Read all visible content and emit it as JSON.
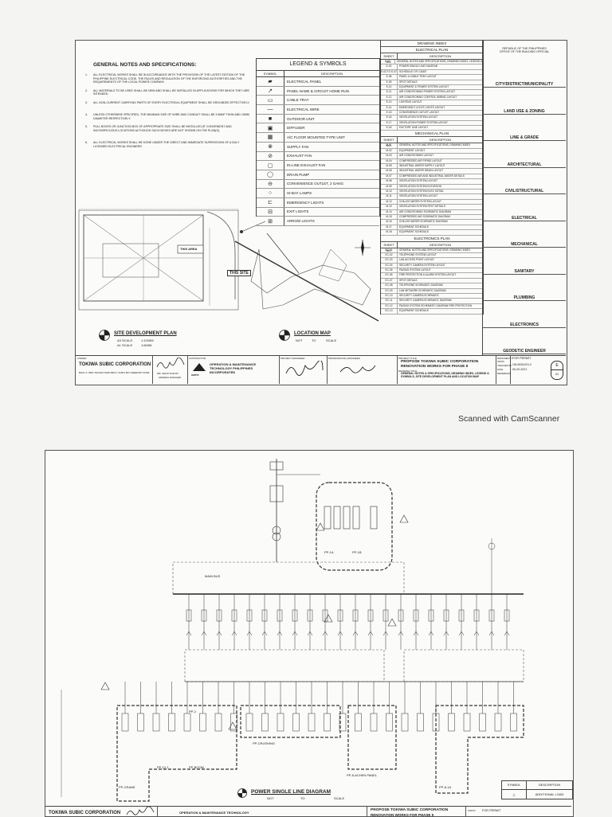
{
  "sheet1": {
    "general_notes": {
      "title": "GENERAL NOTES AND SPECIFICATIONS:",
      "items": [
        {
          "n": "1.",
          "text": "ALL ELECTRICAL WORKS SHALL BE IN ACCORDANCE WITH THE PROVISION OF THE LATEST EDITION OF THE PHILIPPINE ELECTRICAL CODE, THE RULES AND REGULATION OF THE ENFORCING AUTHORITIES AND THE REQUIREMENTS OF THE LOCAL POWER COMPANY."
        },
        {
          "n": "2.",
          "text": "ALL MATERIALS TO BE USED SHALL BE NEW AND SHALL BE INSTALLED IN APPLICATIONS FOR WHICH THEY ARE INTENDED."
        },
        {
          "n": "3.",
          "text": "ALL NON-CURRENT CARRYING PARTS OF EVERY ELECTRICAL EQUIPMENT SHALL BE GROUNDED EFFECTIVELY."
        },
        {
          "n": "4.",
          "text": "UNLESS OTHERWISE SPECIFIED, THE MINIMUM SIZE OF WIRE AND CONDUIT SHALL BE 3.5MM² THHN AND 15MM DIAMETER RESPECTIVELY."
        },
        {
          "n": "5.",
          "text": "PULL BOXES OR JUNCTION BOX OF APPROPRIATE SIZE SHALL BE INSTALLED AT CONVENIENT AND INCONSPICUOUS LOCATIONS ALTHOUGH SUCH BOXES ARE NOT SHOWN ON THE PLAN(S)."
        },
        {
          "n": "6.",
          "text": "ALL ELECTRICAL WORKS SHALL BE DONE UNDER THE DIRECT AND IMMEDIATE SUPERVISION OF A DULY LICENSED ELECTRICAL ENGINEER."
        }
      ]
    },
    "legend": {
      "title": "LEGEND & SYMBOLS",
      "col_symbol": "SYMBOL",
      "col_description": "DESCRIPTION",
      "items": [
        "ELECTRICAL PANEL",
        "PANEL NAME & CIRCUIT HOME RUN",
        "CABLE TRAY",
        "ELECTRICAL WIRE",
        "OUTDOOR UNIT",
        "DIFFUSER",
        "A/C FLOOR MOUNTED TYPE UNIT",
        "SUPPLY FAN",
        "EXHAUST FAN",
        "IN-LINE EXHAUST FAN",
        "DRAIN PUMP",
        "CONVENIENCE OUTLET, 2 GANG",
        "HI-BAY LAMPS",
        "EMERGENCY LIGHTS",
        "EXIT LIGHTS",
        "ARROW LIGHTS"
      ]
    },
    "drawing_index": {
      "title": "DRAWING INDEX",
      "col_sheet": "SHEET NO.",
      "col_desc": "DESCRIPTION",
      "sections": [
        {
          "name": "ELECTRICAL PLAN",
          "rows": [
            {
              "no": "E-01",
              "desc": "GENERAL NOTES AND SPECIFICATIONS, DRAWING INDEX, LEGEND AND SYMBOLS"
            },
            {
              "no": "E-02",
              "desc": "POWER SINGLE LINE DIAGRAM"
            },
            {
              "no": "E-03 TO E-07",
              "desc": "SCHEDULE OF LOADS"
            },
            {
              "no": "E-08",
              "desc": "PANEL & CABLE TRAY LAYOUT"
            },
            {
              "no": "E-09",
              "desc": "SPOT DETAILS"
            },
            {
              "no": "E-10",
              "desc": "EQUIPMENT & POWER SYSTEM LAYOUT"
            },
            {
              "no": "E-11",
              "desc": "AIR CONDITIONING POWER SYSTEM LAYOUT"
            },
            {
              "no": "E-12",
              "desc": "AIR CONDITIONING CONTROL WIRING LAYOUT"
            },
            {
              "no": "E-13",
              "desc": "LIGHTING LAYOUT"
            },
            {
              "no": "E-14",
              "desc": "EMERGENCY & EXIT LIGHTS LAYOUT"
            },
            {
              "no": "E-15",
              "desc": "CONVENIENCE OUTLET LAYOUT"
            },
            {
              "no": "E-16",
              "desc": "VENTILATION SYSTEM LAYOUT"
            },
            {
              "no": "E-17",
              "desc": "VENTILATION POWER SYSTEM LAYOUT"
            },
            {
              "no": "E-18",
              "desc": "FACTORY LINE LAYOUT"
            }
          ]
        },
        {
          "name": "MECHANICAL PLAN",
          "rows": [
            {
              "no": "M-01",
              "desc": "GENERAL NOTES AND SPECIFICATIONS, DRAWING INDEX"
            },
            {
              "no": "M-02",
              "desc": "EQUIPMENT LAYOUT"
            },
            {
              "no": "M-03",
              "desc": "AIR CONDITIONING LAYOUT"
            },
            {
              "no": "M-04",
              "desc": "COMPRESSED AIR PIPING LAYOUT"
            },
            {
              "no": "M-05",
              "desc": "INDUSTRIAL WATER SUPPLY LAYOUT"
            },
            {
              "no": "M-06",
              "desc": "INDUSTRIAL WATER DRAIN LAYOUT"
            },
            {
              "no": "M-07",
              "desc": "COMPRESSED AIR AND INDUSTRIAL WATER DETAILS"
            },
            {
              "no": "M-08",
              "desc": "VENTILATION SYSTEM LAYOUT"
            },
            {
              "no": "M-09",
              "desc": "VENTILATION SYSTEM ELEVATION"
            },
            {
              "no": "M-10",
              "desc": "VENTILATION SYSTEM ELEV. DETAIL"
            },
            {
              "no": "M-11",
              "desc": "VENTILATION SYSTEM LAYOUT"
            },
            {
              "no": "M-12",
              "desc": "CHILLED WATER SYSTEM LAYOUT"
            },
            {
              "no": "M-13",
              "desc": "VENTILATION SYSTEM SPOT DETAILS"
            },
            {
              "no": "M-14",
              "desc": "AIR CONDITIONING SCHEMATIC DIAGRAM"
            },
            {
              "no": "M-15",
              "desc": "COMPRESSED AIR SCHEMATIC DIAGRAM"
            },
            {
              "no": "M-16",
              "desc": "CHILLED WATER SCHEMATIC DIAGRAM"
            },
            {
              "no": "M-17",
              "desc": "EQUIPMENT SCHEDULE"
            },
            {
              "no": "M-18",
              "desc": "EQUIPMENT SCHEDULE"
            }
          ]
        },
        {
          "name": "ELECTRONICS PLAN",
          "rows": [
            {
              "no": "EC-01",
              "desc": "GENERAL NOTES AND SPECIFICATIONS, DRAWING INDEX"
            },
            {
              "no": "EC-02",
              "desc": "TELEPHONE SYSTEM LAYOUT"
            },
            {
              "no": "EC-03",
              "desc": "LAN ACCESS POINT LAYOUT"
            },
            {
              "no": "EC-04",
              "desc": "SECURITY CAMERA SYSTEM LAYOUT"
            },
            {
              "no": "EC-05",
              "desc": "PAGING SYSTEM LAYOUT"
            },
            {
              "no": "EC-06",
              "desc": "FIRE PROTECTION & ALARM SYSTEM LAYOUT"
            },
            {
              "no": "EC-07",
              "desc": "SPOT DETAILS"
            },
            {
              "no": "EC-08",
              "desc": "TELEPHONE SCHEMATIC DIAGRAM"
            },
            {
              "no": "EC-09",
              "desc": "LAN NETWORK SCHEMATIC DIAGRAM"
            },
            {
              "no": "EC-10",
              "desc": "SECURITY CAMERA SCHEMATIC"
            },
            {
              "no": "EC-11",
              "desc": "SECURITY CAMERA SCHEMATIC DIAGRAM"
            },
            {
              "no": "EC-12",
              "desc": "PAGING SYSTEM SCHEMATIC DIAGRAM FIRE PROTECTION"
            },
            {
              "no": "EC-13",
              "desc": "EQUIPMENT SCHEDULE"
            }
          ]
        }
      ]
    },
    "office": {
      "republic": "REPUBLIC OF THE PHILIPPINES",
      "office": "OFFICE OF THE BUILDING OFFICIAL",
      "disciplines": [
        "CITY/DISTRICT/MUNICIPALITY",
        "LAND USE & ZONING",
        "LINE & GRADE",
        "ARCHITECTURAL",
        "CIVIL/STRUCTURAL",
        "ELECTRICAL",
        "MECHANICAL",
        "SANITARY",
        "PLUMBING",
        "ELECTRONICS",
        "GEODETIC ENGINEER"
      ]
    },
    "site_plan": {
      "this_area": "THIS AREA",
      "title": "SITE DEVELOPMENT PLAN",
      "scale_a3": "A3 SCALE",
      "scale_a3_val": "1:1200M",
      "scale_a1": "A1 SCALE",
      "scale_a1_val": "1:600M"
    },
    "location_map": {
      "this_site": "THIS SITE",
      "title": "LOCATION MAP",
      "not": "NOT",
      "to": "TO",
      "scale": "SCALE"
    },
    "title_block": {
      "owner_label": "OWNER",
      "owner": "TOKIWA SUBIC CORPORATION",
      "owner_address": "BLDG 3 / SBIC TECHNO PARK BRGY, SUBIC BAY FREEPORT ZONE",
      "rep_name": "MR. KENJI SUZUKI",
      "rep_title": "GENERAL MANAGER",
      "contractor_label": "CONTRACTOR",
      "contractor": "OPERATION & MAINTENANCE TECHNOLOGY PHILIPPINES INCORPORATED",
      "contractor_short": "OMTPI",
      "project_engineer_label": "PROJECT ENGINEER",
      "professional_engineer_label": "PROFESSIONAL ENGINEER",
      "project_title_label": "PROJECT TITLE",
      "project_title": "PROPOSE TOKIWA SUBIC CORPORATION RENOVATION WORKS FOR PHASE II",
      "drawing_title_label": "DRAWING TITLE",
      "drawing_title": "GENERAL NOTES & SPECIFICATIONS, DRAWING INDEX, LEGEND & SYMBOLS, SITE DEVELOPMENT PLAN AND LOCATION MAP",
      "designed_by_label": "DESIGNED BY",
      "checked_by_label": "CHECKED BY",
      "date_label": "DATE",
      "date": "05-20-2021",
      "reference_no_label": "REFERENCE",
      "reference_no": "145-M026-E01-0",
      "purpose": "FOR PERMIT",
      "sheet": "E",
      "sheet_no": "01",
      "by": "OMTPI"
    }
  },
  "scanner_label": "Scanned with CamScanner",
  "sheet2": {
    "title": "POWER SINGLE LINE DIAGRAM",
    "not": "NOT",
    "to": "TO",
    "scale": "SCALE",
    "legend_symbol": "SYMBOL",
    "legend_description": "DESCRIPTION",
    "legend_item": "ADDITIONAL LOAD",
    "main_bus": "MAIN BUS",
    "panels_bottom": [
      "PP-CRANE",
      "PP-12-1",
      "PP-2",
      "PP-BOOM",
      "PP-CRUSHING",
      "PP-8-ACHEN PANEL",
      "PP-8-1A"
    ],
    "panels_top": [
      "PP-1A",
      "PP-1B"
    ],
    "title_block": {
      "owner": "TOKIWA SUBIC CORPORATION",
      "contractor": "OPERATION & MAINTENANCE TECHNOLOGY",
      "project_title": "PROPOSE TOKIWA SUBIC CORPORATION",
      "project_title_2": "RENOVATION WORKS FOR PHASE II",
      "purpose": "FOR PERMIT",
      "by": "OMTPI"
    }
  }
}
